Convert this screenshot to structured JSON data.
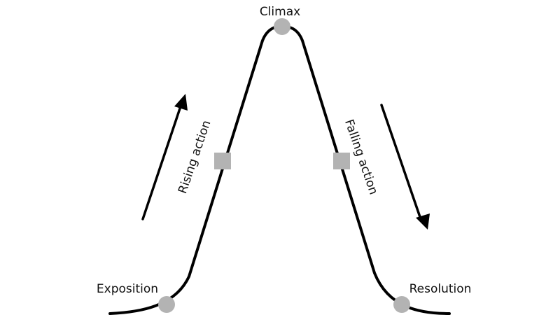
{
  "diagram": {
    "labels": {
      "climax": "Climax",
      "exposition": "Exposition",
      "resolution": "Resolution",
      "rising_action": "Rising action",
      "falling_action": "Falling action"
    },
    "colors": {
      "line": "#000000",
      "marker": "#b3b3b3",
      "text": "#111111"
    }
  }
}
